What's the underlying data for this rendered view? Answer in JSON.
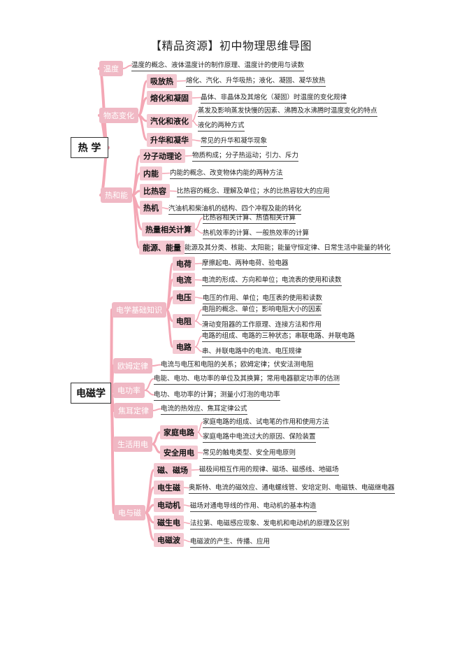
{
  "page_title": "【精品资源】初中物理思维导图",
  "theme": {
    "branch_color": "#f4a7b5",
    "label_color": "#f4c9d2",
    "line_color": "#444444"
  },
  "heat": {
    "root": "热 学",
    "temperature": {
      "label": "温度",
      "leaf": "温度的概念、液体温度计的制作原理、温度计的使用与读数"
    },
    "state_change": {
      "label": "物态变化",
      "absorb": {
        "label": "吸放热",
        "leaf": "熔化、汽化、升华吸热；液化、凝固、凝华放热"
      },
      "melting": {
        "label": "熔化和凝固",
        "leaf": "晶体、非晶体及其熔化（凝固）时温度的变化规律"
      },
      "vaporize": {
        "label": "汽化和液化",
        "leaf1": "蒸发及影响蒸发快慢的因素、沸腾及水沸腾时温度变化的特点",
        "leaf2": "液化的两种方式"
      },
      "sublime": {
        "label": "升华和凝华",
        "leaf": "常见的升华和凝华现象"
      }
    },
    "heat_energy": {
      "label": "热和能",
      "molecular": {
        "label": "分子动理论",
        "leaf": "物质构成；分子热运动；引力、斥力"
      },
      "internal": {
        "label": "内能",
        "leaf": "内能的概念、改变物体内能的两种方法"
      },
      "specific": {
        "label": "比热容",
        "leaf": "比热容的概念、理解及单位；水的比热容较大的应用"
      },
      "engine": {
        "label": "热机",
        "leaf": "汽油机和柴油机的结构、四个冲程及能的转化"
      },
      "calc": {
        "label": "热量相关计算",
        "leaf1": "比热容相关计算、热值相关计算",
        "leaf2": "热机效率的计算、一般热效率的计算"
      },
      "energy": {
        "label": "能源、能量",
        "leaf": "能源及其分类、核能、太阳能；能量守恒定律、日常生活中能量的转化"
      }
    }
  },
  "em": {
    "root": "电磁学",
    "basics": {
      "label": "电学基础知识",
      "charge": {
        "label": "电荷",
        "leaf": "摩擦起电、两种电荷、验电器"
      },
      "current": {
        "label": "电流",
        "leaf": "电流的形成、方向和单位；电流表的使用和读数"
      },
      "voltage": {
        "label": "电压",
        "leaf": "电压的作用、单位；电压表的使用和读数"
      },
      "resistance": {
        "label": "电阻",
        "leaf1": "电阻的概念、单位；影响电阻大小的因素",
        "leaf2": "滑动变阻器的工作原理、连接方法和作用"
      },
      "circuit": {
        "label": "电路",
        "leaf1": "电路的组成、电路的三种状态；串联电路、并联电路",
        "leaf2": "串、并联电路中的电流、电压规律"
      }
    },
    "ohm": {
      "label": "欧姆定律",
      "leaf": "电流与电压和电阻的关系；欧姆定律；伏安法测电阻"
    },
    "power": {
      "label": "电功率",
      "leaf1": "电能、电功、电功率的单位及其换算；常用电器额定功率的估测",
      "leaf2": "电功、电功率的计算；测量小灯泡的电功率"
    },
    "joule": {
      "label": "焦耳定律",
      "leaf": "电流的热效应、焦耳定律公式"
    },
    "household": {
      "label": "生活用电",
      "circuit": {
        "label": "家庭电路",
        "leaf1": "家庭电路的组成、试电笔的作用和使用方法",
        "leaf2": "家庭电路中电流过大的原因、保险装置"
      },
      "safety": {
        "label": "安全用电",
        "leaf": "常见的触电类型、安全用电原则"
      }
    },
    "magnetism": {
      "label": "电与磁",
      "field": {
        "label": "磁、磁场",
        "leaf": "磁极间相互作用的规律、磁场、磁感线、地磁场"
      },
      "e2m": {
        "label": "电生磁",
        "leaf": "奥斯特、电流的磁效应、通电螺线管、安培定则、电磁铁、电磁继电器"
      },
      "motor": {
        "label": "电动机",
        "leaf": "磁场对通电导线的作用、电动机的基本构造"
      },
      "m2e": {
        "label": "磁生电",
        "leaf": "法拉第、电磁感应现象、发电机和电动机的原理及区别"
      },
      "wave": {
        "label": "电磁波",
        "leaf": "电磁波的产生、传播、应用"
      }
    }
  }
}
